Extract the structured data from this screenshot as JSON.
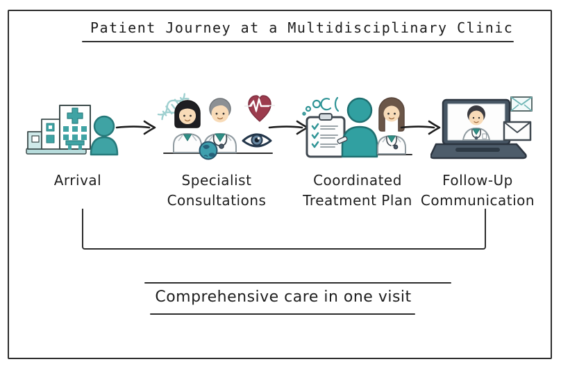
{
  "title": "Patient Journey at a Multidisciplinary Clinic",
  "stages": [
    {
      "label": "Arrival",
      "icons": [
        "hospital-icon",
        "patient-icon"
      ]
    },
    {
      "label": "Specialist\nConsultations",
      "icons": [
        "dna-icon",
        "female-doctor-icon",
        "male-doctor-icon",
        "heartbeat-heart-icon",
        "eye-icon",
        "globe-icon"
      ]
    },
    {
      "label": "Coordinated\nTreatment Plan",
      "icons": [
        "molecule-icon",
        "clipboard-checklist-icon",
        "patient-silhouette-icon",
        "female-doctor-icon"
      ]
    },
    {
      "label": "Follow-Up\nCommunication",
      "icons": [
        "laptop-video-call-icon",
        "envelope-icon",
        "envelope-icon"
      ]
    }
  ],
  "caption": "Comprehensive care in one visit",
  "colors": {
    "teal": "#3fa3a4",
    "teal_dark": "#1f6f70",
    "teal_light": "#9fd0d0",
    "scrub_teal": "#2f8f86",
    "heart_red": "#9c3b4d",
    "eye_navy": "#23364a",
    "laptop_slate": "#475664",
    "ink": "#1d1d1d"
  }
}
